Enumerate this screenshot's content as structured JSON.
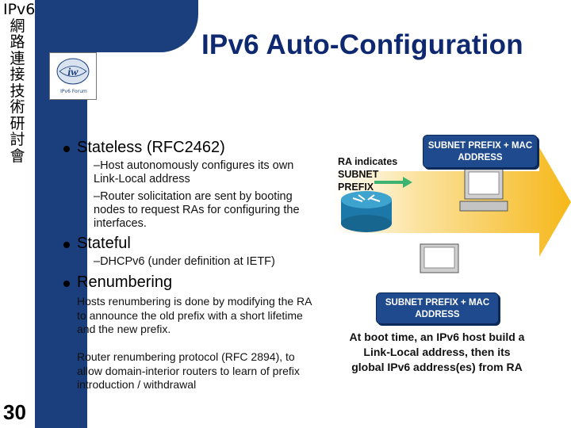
{
  "sidebar": {
    "vertical_title": "IPv6網路連接技術研討會",
    "page_number": "30"
  },
  "logo": {
    "symbol": "iw",
    "caption": "IPv6 Forum"
  },
  "slide": {
    "title": "IPv6 Auto-Configuration",
    "bullets": [
      {
        "label": "Stateless (RFC2462)",
        "subs": [
          "–Host autonomously configures its own Link-Local address",
          "–Router solicitation are sent by booting nodes to request RAs for configuring the interfaces."
        ]
      },
      {
        "label": "Stateful",
        "subs": [
          "–DHCPv6 (under definition at IETF)"
        ]
      },
      {
        "label": "Renumbering",
        "paras": [
          "Hosts renumbering is done by modifying the RA to announce the old prefix with a short lifetime and the new prefix.",
          "Router renumbering protocol (RFC 2894), to allow domain-interior routers to learn of prefix introduction / withdrawal"
        ]
      }
    ]
  },
  "diagram": {
    "ra_label": "RA indicates SUBNET PREFIX",
    "box_top": "SUBNET PREFIX + MAC ADDRESS",
    "box_bottom": "SUBNET PREFIX + MAC ADDRESS",
    "caption": "At boot time, an IPv6 host build a Link-Local address, then its global IPv6 address(es) from RA"
  },
  "colors": {
    "brand_blue": "#1a3f7c",
    "title_blue": "#0f2970",
    "arrow_yellow": "#f6c21a",
    "arrow_green": "#3cb371"
  }
}
